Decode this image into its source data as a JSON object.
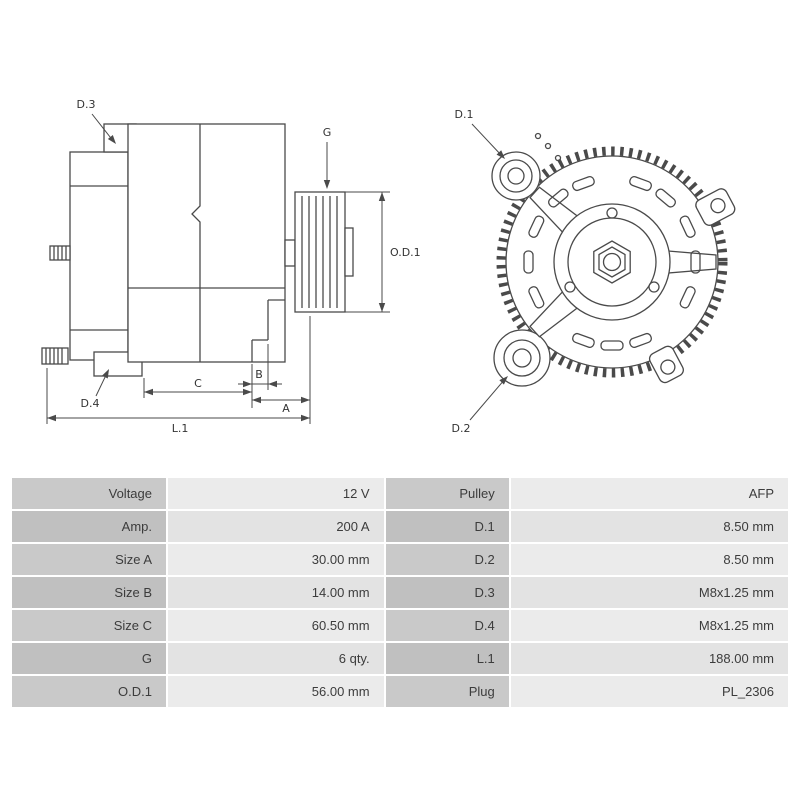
{
  "drawing": {
    "labels": {
      "d1": "D.1",
      "d2": "D.2",
      "d3": "D.3",
      "d4": "D.4",
      "g": "G",
      "od1": "O.D.1",
      "a": "A",
      "b": "B",
      "c": "C",
      "l1": "L.1"
    }
  },
  "table": {
    "rows": [
      {
        "l1": "Voltage",
        "v1": "12 V",
        "l2": "Pulley",
        "v2": "AFP"
      },
      {
        "l1": "Amp.",
        "v1": "200 A",
        "l2": "D.1",
        "v2": "8.50 mm"
      },
      {
        "l1": "Size A",
        "v1": "30.00 mm",
        "l2": "D.2",
        "v2": "8.50 mm"
      },
      {
        "l1": "Size B",
        "v1": "14.00 mm",
        "l2": "D.3",
        "v2": "M8x1.25 mm"
      },
      {
        "l1": "Size C",
        "v1": "60.50 mm",
        "l2": "D.4",
        "v2": "M8x1.25 mm"
      },
      {
        "l1": "G",
        "v1": "6 qty.",
        "l2": "L.1",
        "v2": "188.00 mm"
      },
      {
        "l1": "O.D.1",
        "v1": "56.00 mm",
        "l2": "Plug",
        "v2": "PL_2306"
      }
    ]
  },
  "colors": {
    "line": "#4a4a4a",
    "label_cell_odd": "#c9c9c9",
    "label_cell_even": "#c0c0c0",
    "value_cell_odd": "#ebebeb",
    "value_cell_even": "#e3e3e3",
    "text": "#3c3c3c"
  }
}
